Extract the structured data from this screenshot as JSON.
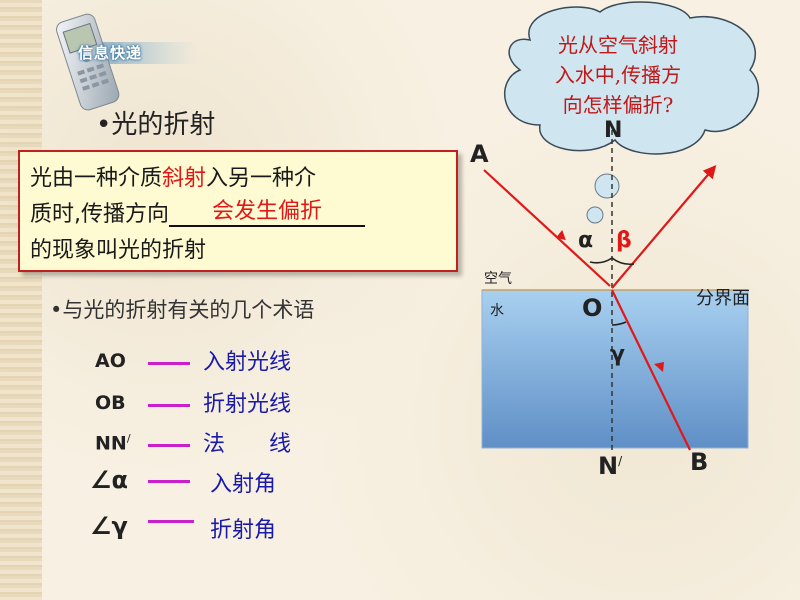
{
  "logo": {
    "text": "信息快递"
  },
  "title": "•光的折射",
  "definition": {
    "part1": "光由一种介质",
    "highlight": "斜射",
    "part2": "入另一种介",
    "line2_prefix": "质时,传播方向",
    "blank_answer": "会发生偏折",
    "line3": "的现象叫光的折射"
  },
  "terms_title": "•与光的折射有关的几个术语",
  "terms": [
    {
      "abbr": "AO",
      "label": "入射光线"
    },
    {
      "abbr": "OB",
      "label": "折射光线"
    },
    {
      "abbr": "NN",
      "sup": "/",
      "label": "法　　线"
    },
    {
      "abbr": "∠α",
      "label": "入射角"
    },
    {
      "abbr": "∠γ",
      "label": "折射角"
    }
  ],
  "thought_bubble": {
    "line1": "光从空气斜射",
    "line2": "入水中,传播方",
    "line3": "向怎样偏折?"
  },
  "diagram": {
    "label_A": "A",
    "label_B": "B",
    "label_O": "O",
    "label_N": "N",
    "label_N_prime": "N",
    "label_N_prime_sup": "/",
    "label_alpha": "α",
    "label_beta": "β",
    "label_gamma": "γ",
    "label_air": "空气",
    "label_water": "水",
    "label_interface": "分界面"
  },
  "colors": {
    "ray": "#e01818",
    "water_top": "#a8d0f0",
    "water_bottom": "#5f8fc6",
    "bubble": "#cfe6f0",
    "term_dash": "#cc1fcc",
    "term_label": "#1a1aa8"
  }
}
